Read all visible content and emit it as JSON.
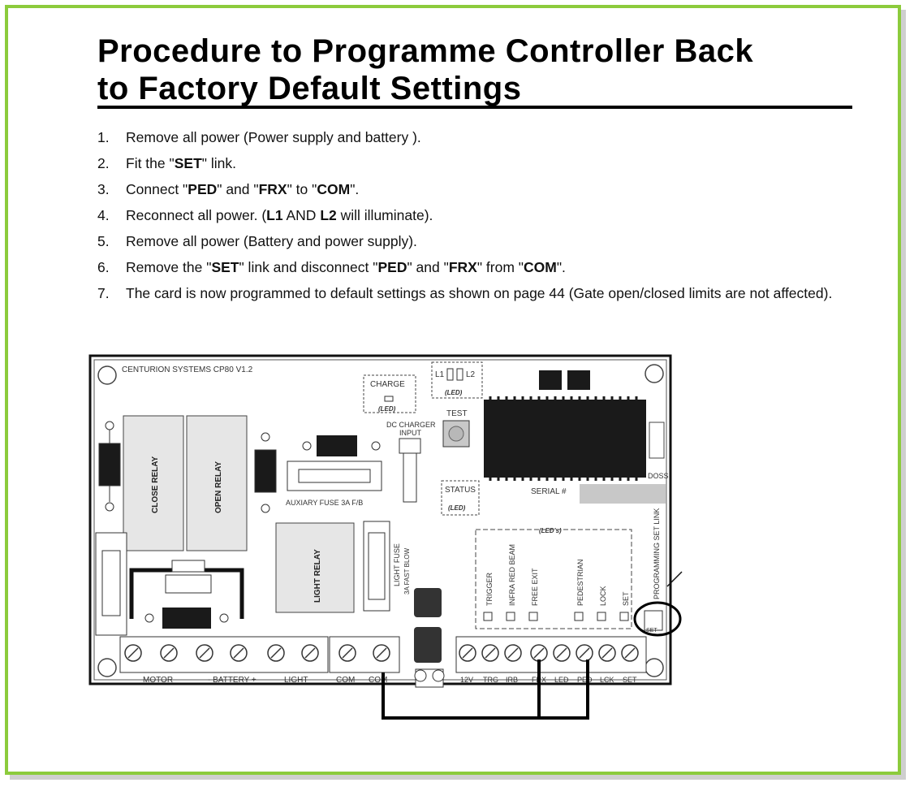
{
  "title": {
    "line1": "Procedure to Programme Controller Back",
    "line2": "to Factory Default Settings"
  },
  "steps": [
    {
      "num": "1.",
      "parts": [
        {
          "t": "Remove all power (Power supply and battery )."
        }
      ]
    },
    {
      "num": "2.",
      "parts": [
        {
          "t": "Fit the \""
        },
        {
          "t": "SET",
          "b": true
        },
        {
          "t": "\" link."
        }
      ]
    },
    {
      "num": "3.",
      "parts": [
        {
          "t": "Connect \""
        },
        {
          "t": "PED",
          "b": true
        },
        {
          "t": "\" and \""
        },
        {
          "t": "FRX",
          "b": true
        },
        {
          "t": "\" to \""
        },
        {
          "t": "COM",
          "b": true
        },
        {
          "t": "\"."
        }
      ]
    },
    {
      "num": "4.",
      "parts": [
        {
          "t": "Reconnect all power. ("
        },
        {
          "t": "L1",
          "b": true
        },
        {
          "t": " AND "
        },
        {
          "t": "L2",
          "b": true
        },
        {
          "t": " will illuminate)."
        }
      ]
    },
    {
      "num": "5.",
      "parts": [
        {
          "t": "Remove all power (Battery and power supply)."
        }
      ]
    },
    {
      "num": "6.",
      "parts": [
        {
          "t": "Remove the \""
        },
        {
          "t": "SET",
          "b": true
        },
        {
          "t": "\" link and disconnect \""
        },
        {
          "t": "PED",
          "b": true
        },
        {
          "t": "\" and \""
        },
        {
          "t": "FRX",
          "b": true
        },
        {
          "t": "\" from \""
        },
        {
          "t": "COM",
          "b": true
        },
        {
          "t": "\"."
        }
      ]
    },
    {
      "num": "7.",
      "parts": [
        {
          "t": "The card is now programmed to default settings as shown on page 44 (Gate open/closed limits are not affected)."
        }
      ]
    }
  ],
  "board": {
    "brand": "CENTURION SYSTEMS CP80 V1.2",
    "charge": "CHARGE",
    "led": "(LED)",
    "l1": "L1",
    "l2": "L2",
    "test": "TEST",
    "dc_charger": "DC CHARGER",
    "input": "INPUT",
    "status": "STATUS",
    "serial": "SERIAL #",
    "doss": "DOSS",
    "close_relay": "CLOSE RELAY",
    "open_relay": "OPEN RELAY",
    "aux_fuse": "AUXIARY  FUSE 3A F/B",
    "light_relay": "LIGHT  RELAY",
    "light_fuse": "LIGHT FUSE",
    "light_fuse_rating": "3A  FAST  BLOW",
    "leds_group": "(LED's)",
    "led_labels": [
      "TRIGGER",
      "INFRA RED BEAM",
      "FREE EXIT",
      "PEDESTRIAN",
      "LOCK",
      "SET"
    ],
    "prog_link": "PROGRAMMING SET LINK",
    "set_small": "SET",
    "terminals_left": [
      "MOTOR",
      "- BATTERY +",
      "LIGHT",
      "COM",
      "COM"
    ],
    "terminals_right": [
      "12V",
      "TRG",
      "IRB",
      "FRX",
      "LED",
      "PED",
      "LCK",
      "SET"
    ]
  }
}
